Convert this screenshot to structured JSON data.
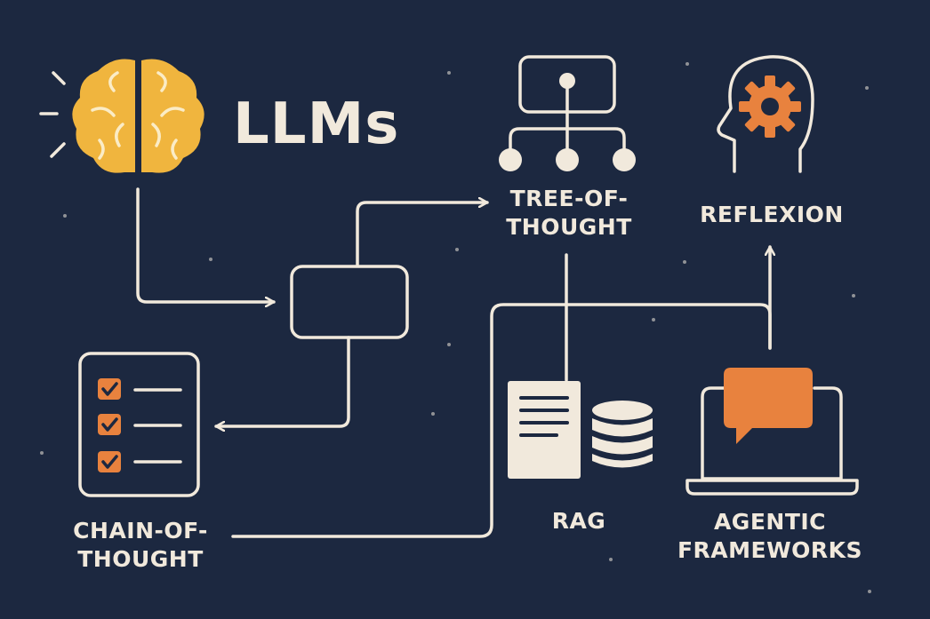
{
  "title": "LLMs",
  "nodes": {
    "chain_of_thought": [
      "CHAIN-OF-",
      "THOUGHT"
    ],
    "tree_of_thought": [
      "TREE-OF-",
      "THOUGHT"
    ],
    "reflexion": "REFLEXION",
    "rag": "RAG",
    "agentic_frameworks": [
      "AGENTIC",
      "FRAMEWORKS"
    ]
  },
  "colors": {
    "background": "#1c2840",
    "line": "#f1e9dc",
    "brain": "#f0b53e",
    "accent": "#e8823e"
  },
  "icons": {
    "llms": "brain-icon",
    "chain_of_thought": "checklist-icon",
    "tree_of_thought": "hierarchy-icon",
    "reflexion": "head-gear-icon",
    "rag": "document-database-icon",
    "agentic_frameworks": "laptop-chat-icon"
  }
}
